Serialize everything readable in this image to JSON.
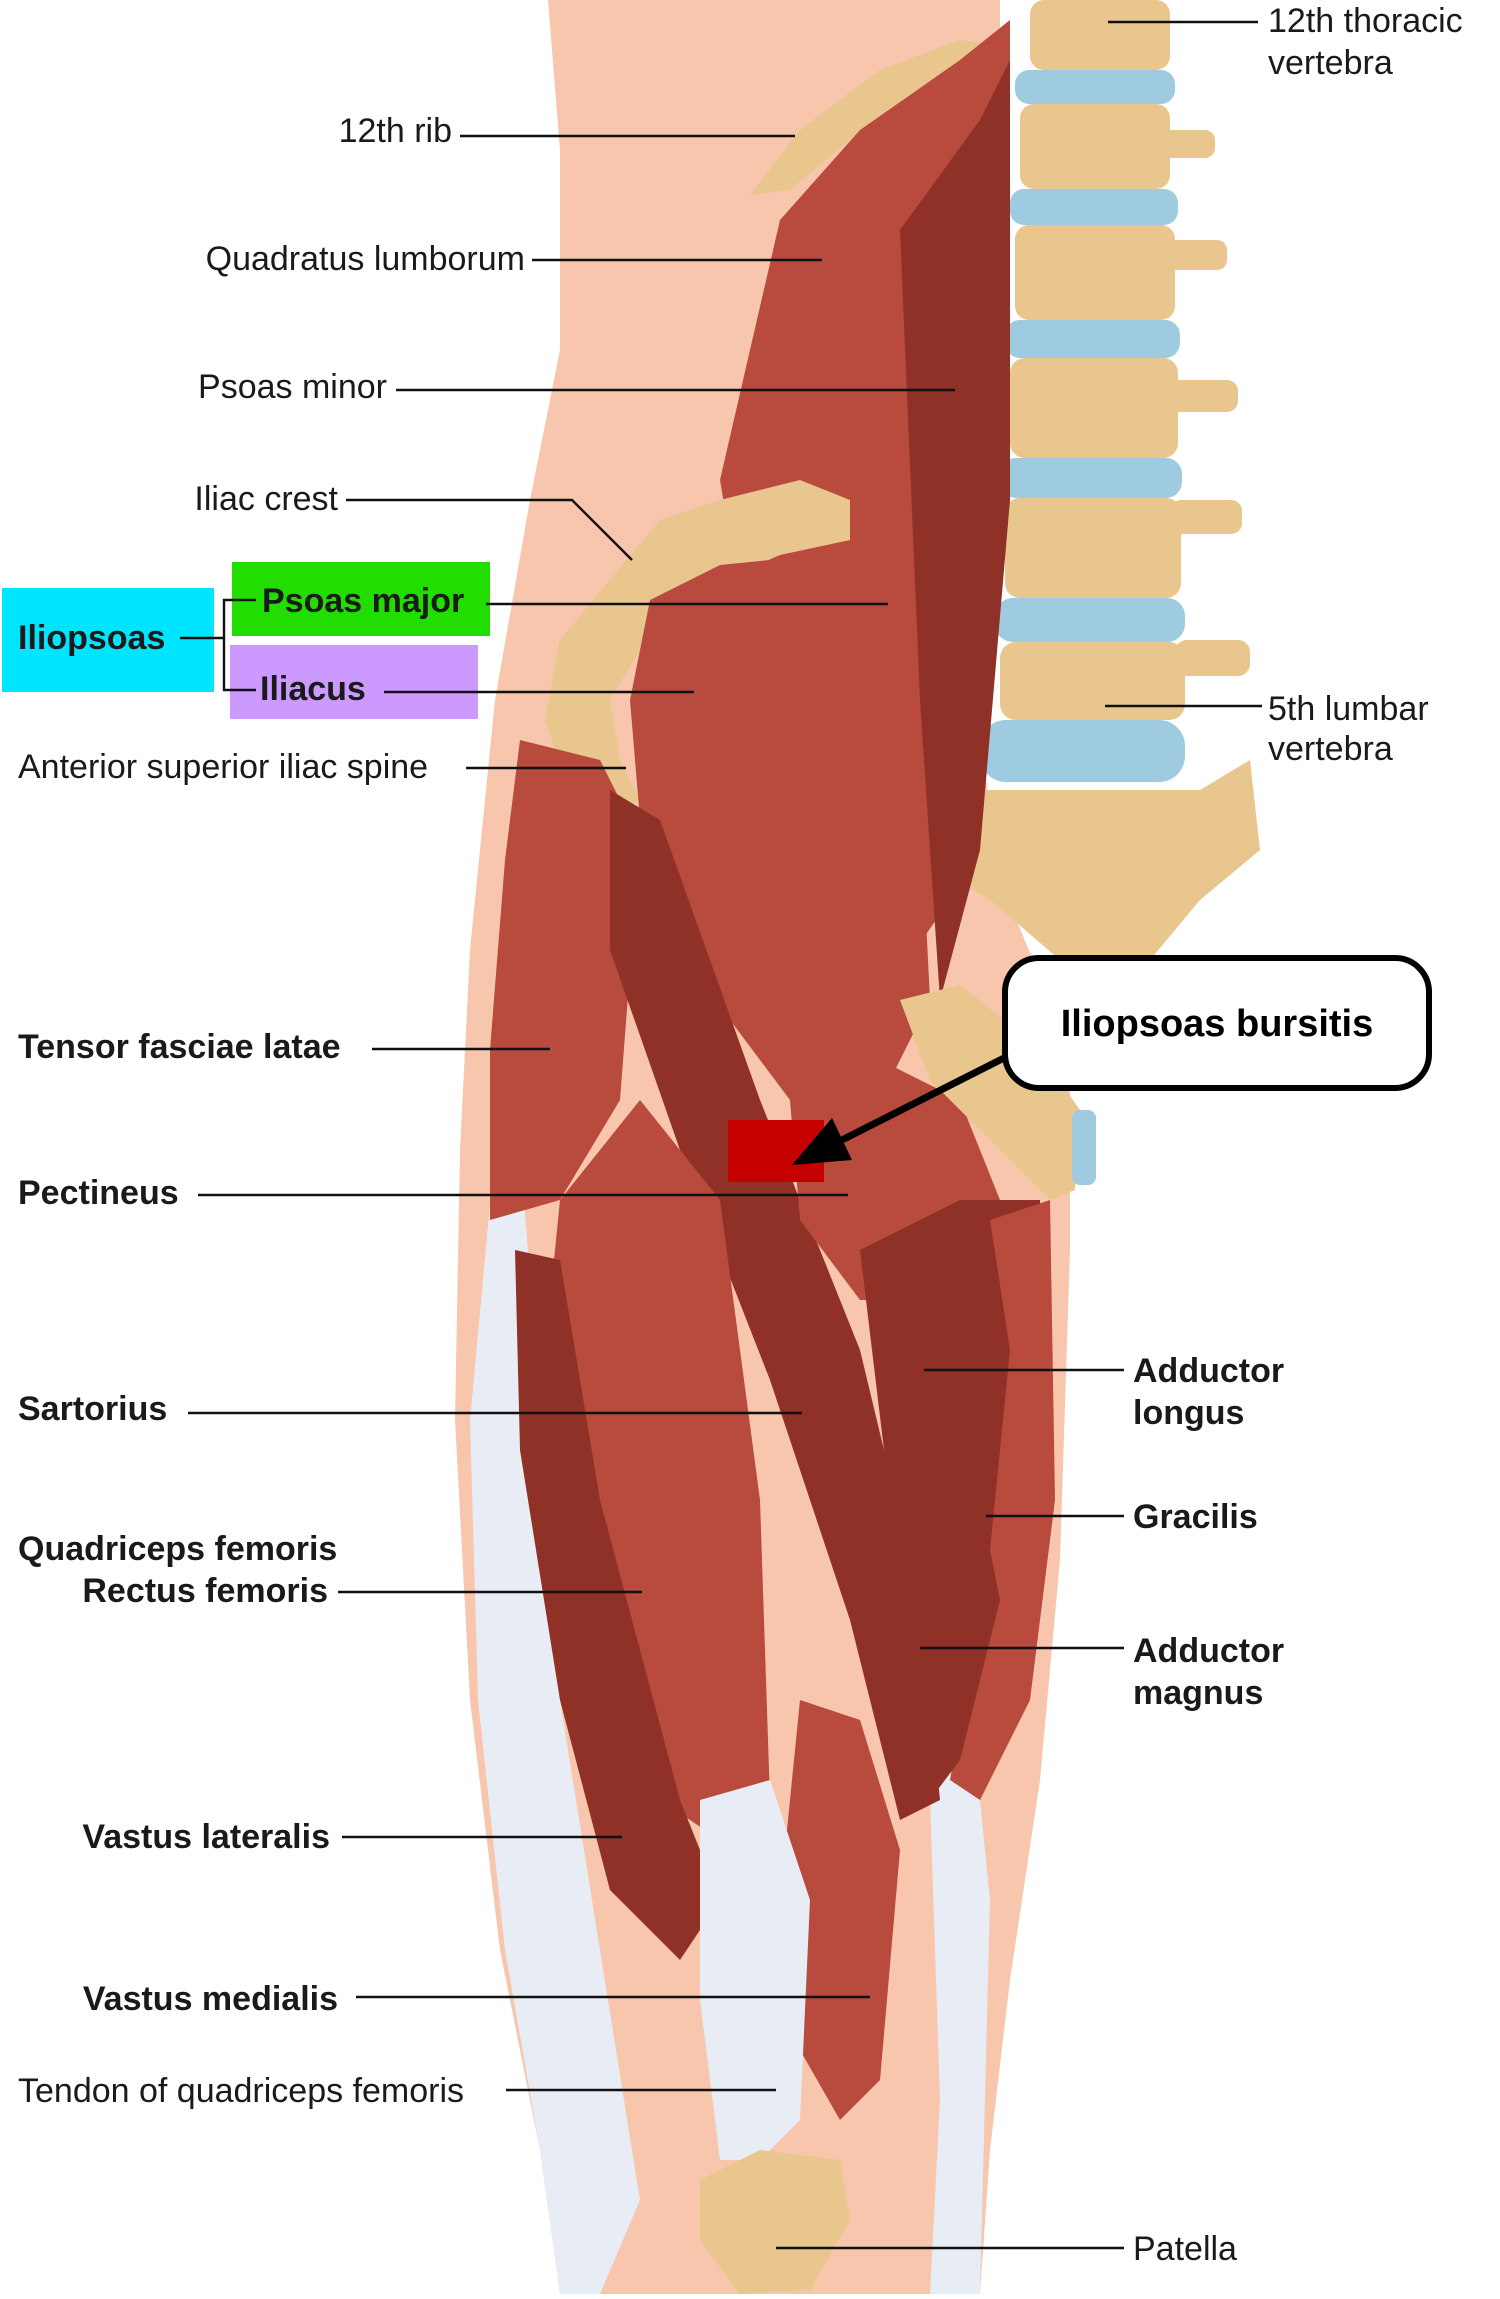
{
  "colors": {
    "skin": "#f7c6ad",
    "muscle": "#b84a3e",
    "muscle_dark": "#8f3127",
    "bone": "#e8c68e",
    "disc": "#9fcbe0",
    "tendon": "#e8ecf4",
    "iliopsoas_box": "#00e5ff",
    "psoas_major_box": "#22dd00",
    "iliacus_box": "#cc99ff",
    "bursitis_marker": "#c40000"
  },
  "labels": {
    "thoracic_12": [
      "12th thoracic",
      "vertebra"
    ],
    "rib_12": "12th rib",
    "quadratus_lumborum": "Quadratus lumborum",
    "psoas_minor": "Psoas minor",
    "iliac_crest": "Iliac crest",
    "iliopsoas": "Iliopsoas",
    "psoas_major": "Psoas major",
    "iliacus": "Iliacus",
    "asis": "Anterior superior iliac spine",
    "lumbar_5": [
      "5th lumbar",
      "vertebra"
    ],
    "tensor_fasciae_latae": "Tensor fasciae latae",
    "pectineus": "Pectineus",
    "sartorius": "Sartorius",
    "adductor_longus": [
      "Adductor",
      "longus"
    ],
    "gracilis": "Gracilis",
    "quadriceps_femoris": "Quadriceps femoris",
    "rectus_femoris": "Rectus femoris",
    "adductor_magnus": [
      "Adductor",
      "magnus"
    ],
    "vastus_lateralis": "Vastus lateralis",
    "vastus_medialis": "Vastus medialis",
    "tendon_quadriceps": "Tendon of quadriceps femoris",
    "patella": "Patella"
  },
  "callout": {
    "text": "Iliopsoas bursitis"
  }
}
